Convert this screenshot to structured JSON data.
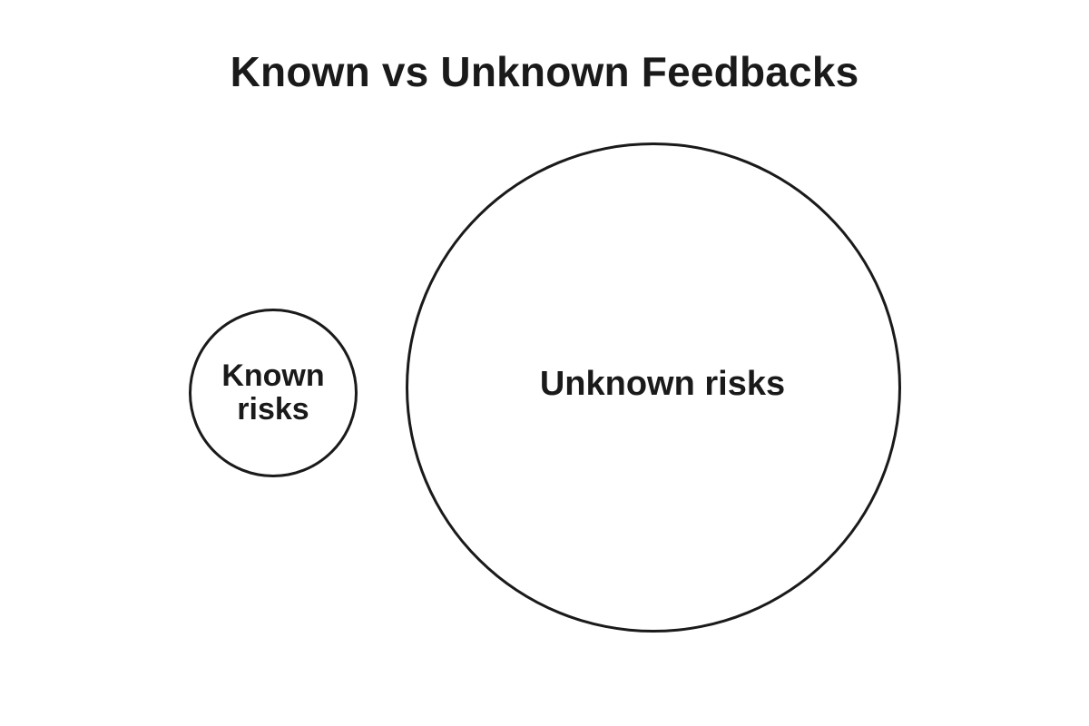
{
  "diagram": {
    "title": "Known vs Unknown Feedbacks",
    "nodes": [
      {
        "id": "known",
        "label": "Known risks"
      },
      {
        "id": "unknown",
        "label": "Unknown risks"
      }
    ],
    "colors": {
      "stroke": "#1a1a1a",
      "background": "#ffffff"
    }
  }
}
